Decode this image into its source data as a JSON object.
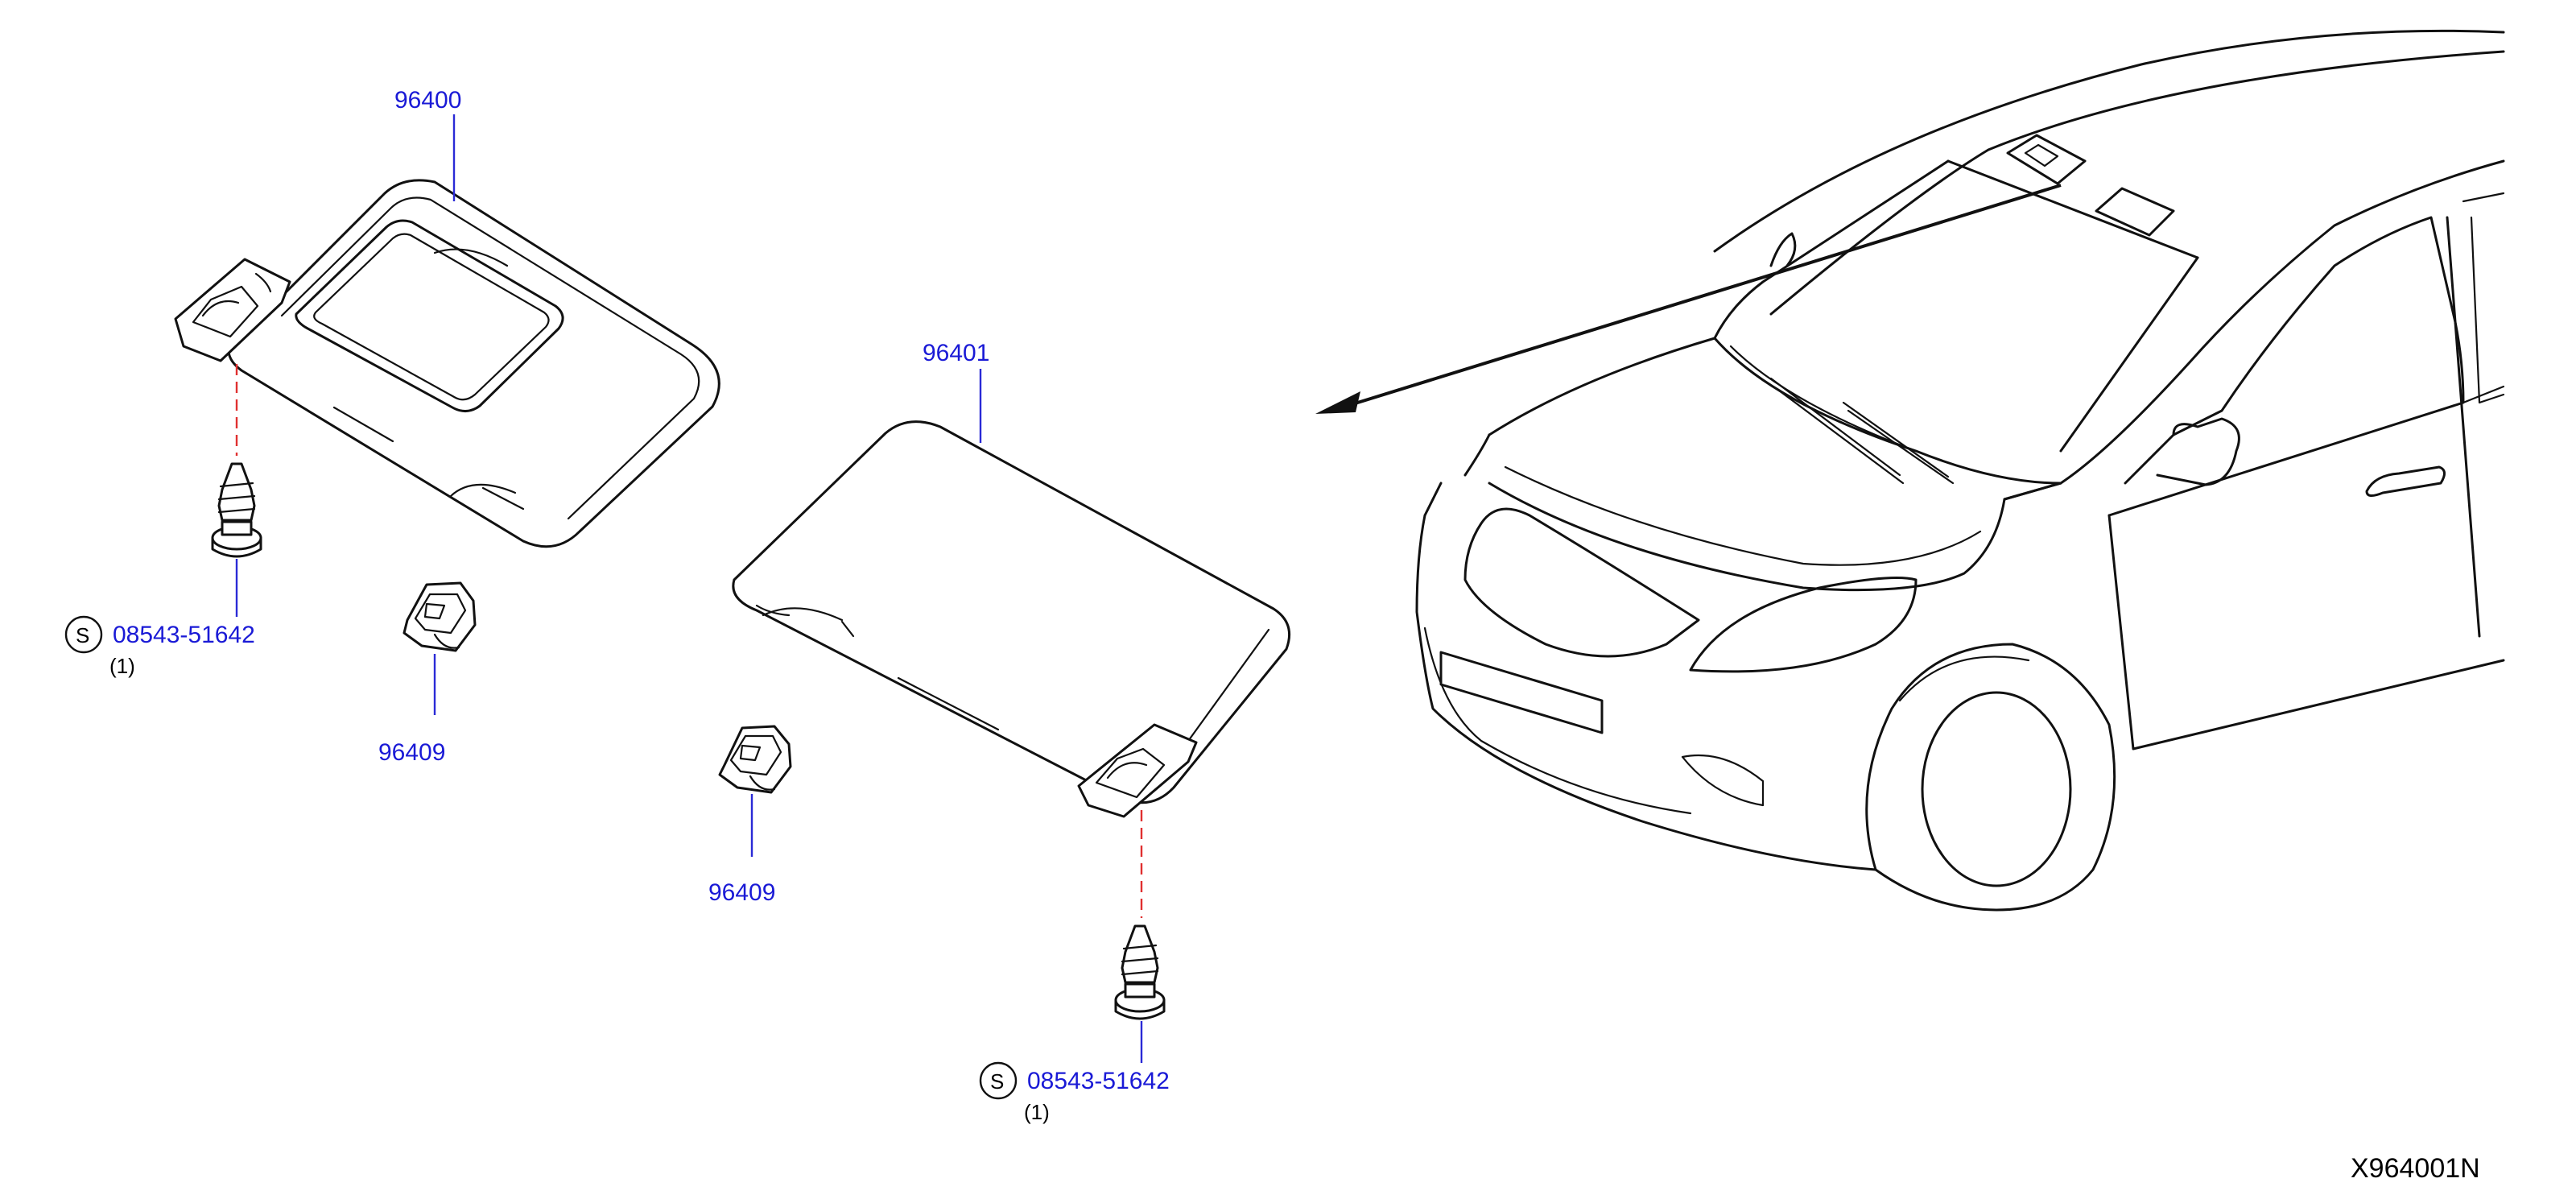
{
  "callouts": {
    "visor_left": "96400",
    "visor_right": "96401",
    "holder_upper": "96409",
    "holder_lower": "96409",
    "screw_upper": "08543-51642",
    "screw_lower": "08543-51642",
    "screw_upper_qty": "(1)",
    "screw_lower_qty": "(1)",
    "standard_symbol": "S"
  },
  "diagram_code": "X964001N"
}
